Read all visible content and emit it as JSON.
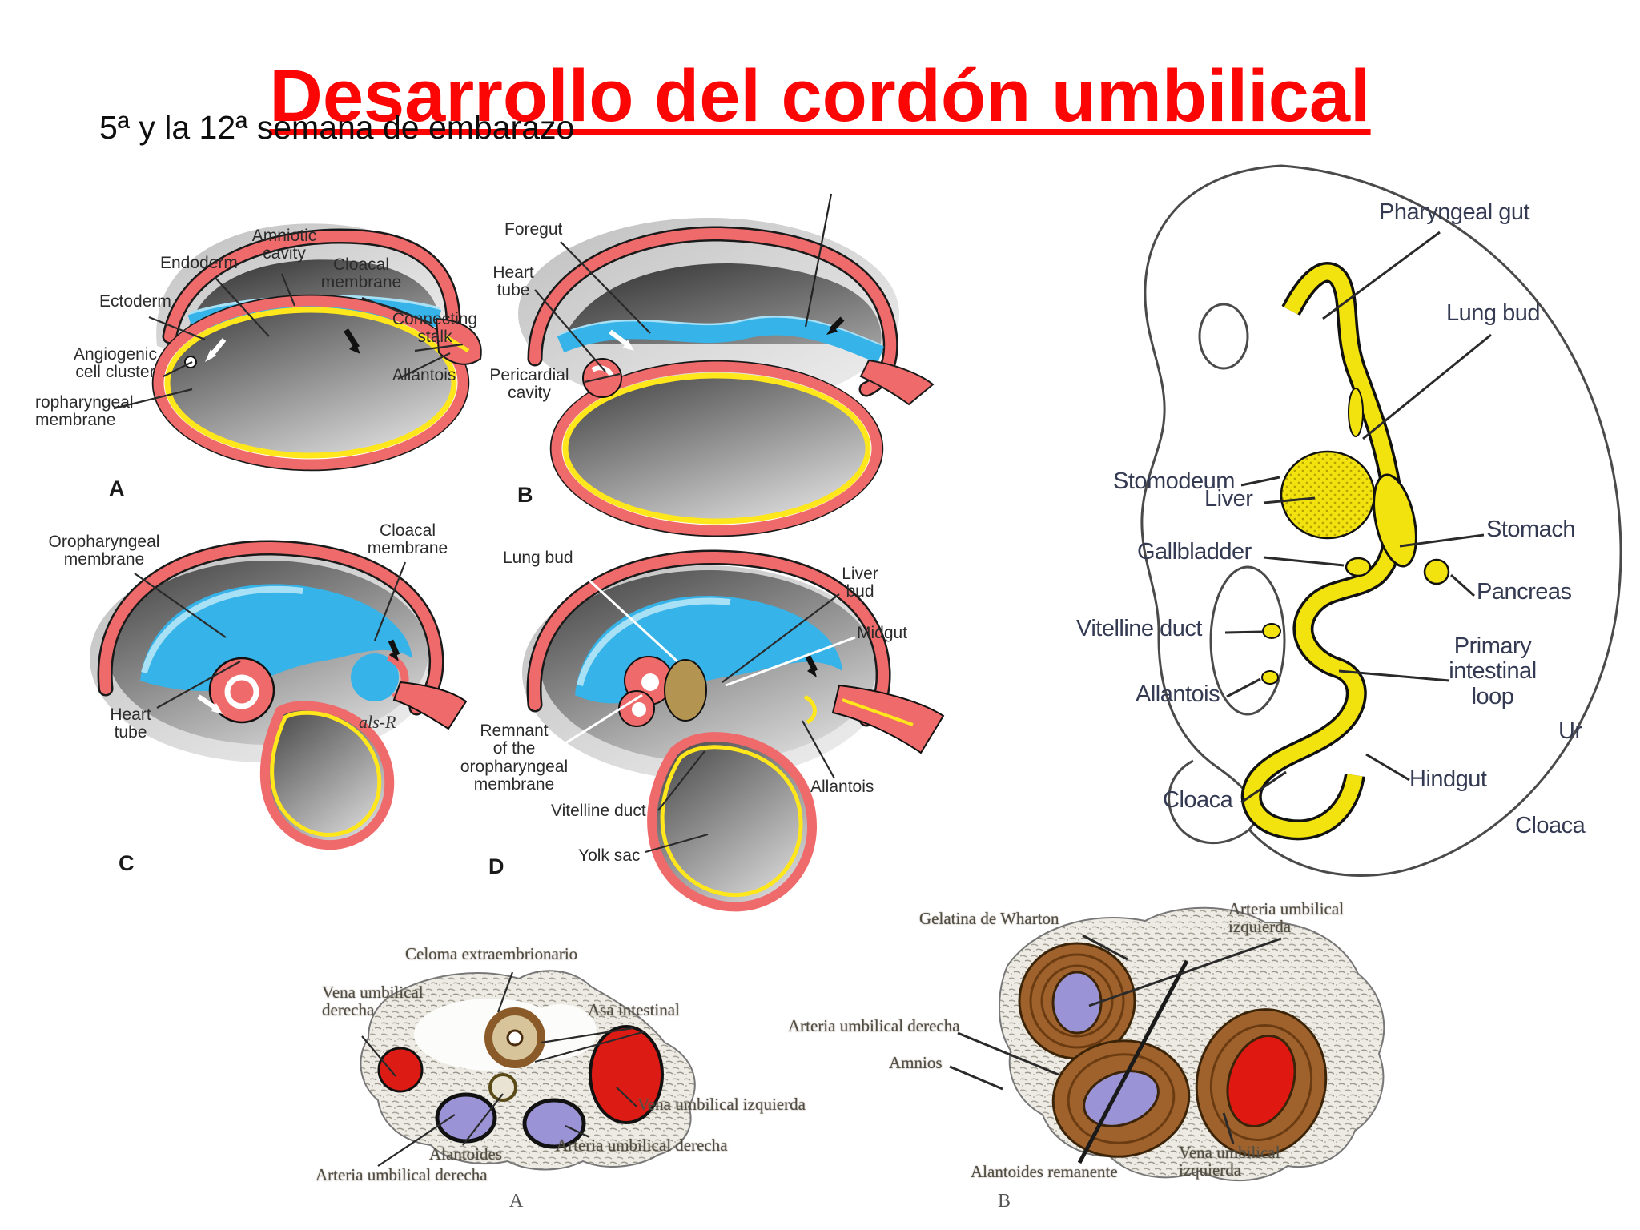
{
  "slide": {
    "title": "Desarrollo del cordón umbilical",
    "subtitle": "5ª y la 12ª semana de embarazo"
  },
  "colors": {
    "title_red": "#fb0505",
    "embryo_rim_red": "#ef6a6a",
    "amnion_blue": "#36b3e8",
    "gut_yellow": "#ffe71c",
    "embryo_gut_yellow": "#f2e30e",
    "vein_red": "#dd1b15",
    "artery_violet": "#9a93d6",
    "vessel_ring_brown": "#a0622c"
  },
  "panel_a": {
    "letter": "A",
    "labels": {
      "endoderm": "Endoderm",
      "amniotic_cavity": "Amniotic\ncavity",
      "cloacal_membrane": "Cloacal\nmembrane",
      "ectoderm": "Ectoderm",
      "connecting_stalk": "Connecting\nstalk",
      "angiogenic_cell_cluster": "Angiogenic\ncell cluster",
      "allantois": "Allantois",
      "oropharyngeal_membrane": "ropharyngeal\nmembrane"
    }
  },
  "panel_b": {
    "letter": "B",
    "labels": {
      "foregut": "Foregut",
      "heart_tube": "Heart\ntube",
      "pericardial_cavity": "Pericardial\ncavity"
    }
  },
  "panel_c": {
    "letter": "C",
    "labels": {
      "oropharyngeal_membrane": "Oropharyngeal\nmembrane",
      "cloacal_membrane": "Cloacal\nmembrane",
      "heart_tube": "Heart\ntube",
      "signature": "als-R"
    }
  },
  "panel_d": {
    "letter": "D",
    "labels": {
      "lung_bud": "Lung bud",
      "liver_bud": "Liver\nbud",
      "midgut": "Midgut",
      "remnant_oropharyngeal": "Remnant\nof the\noropharyngeal\nmembrane",
      "vitelline_duct": "Vitelline duct",
      "yolk_sac": "Yolk sac",
      "allantois": "Allantois"
    }
  },
  "embryo_panel": {
    "labels": {
      "pharyngeal_gut": "Pharyngeal gut",
      "lung_bud": "Lung bud",
      "stomodeum": "Stomodeum",
      "stomach": "Stomach",
      "liver": "Liver",
      "gallbladder": "Gallbladder",
      "pancreas": "Pancreas",
      "vitelline_duct": "Vitelline duct",
      "allantois": "Allantois",
      "primary_intestinal_loop": "Primary\nintestinal\nloop",
      "hindgut": "Hindgut",
      "cloaca": "Cloaca",
      "urinary_clipped": "Ur",
      "cloaca_clipped": "Cloaca"
    }
  },
  "cord_panel_a": {
    "letter": "A",
    "labels": {
      "celoma_extraembrionario": "Celoma extraembrionario",
      "vena_umbilical_derecha": "Vena umbilical\nderecha",
      "asa_intestinal": "Asa intestinal",
      "vena_umbilical_izquierda": "Vena umbilical izquierda",
      "arteria_umbilical_derecha_1": "Arteria umbilical derecha",
      "alantoides": "Alantoides",
      "arteria_umbilical_derecha_2": "Arteria umbilical derecha"
    }
  },
  "cord_panel_b": {
    "letter": "B",
    "labels": {
      "gelatina_de_wharton": "Gelatina de Wharton",
      "arteria_umbilical_izquierda": "Arteria umbilical\nizquierda",
      "arteria_umbilical_derecha": "Arteria umbilical derecha",
      "amnios": "Amnios",
      "alantoides_remanente": "Alantoides remanente",
      "vena_umbilical_izquierda": "Vena umbilical\nizquierda"
    }
  }
}
